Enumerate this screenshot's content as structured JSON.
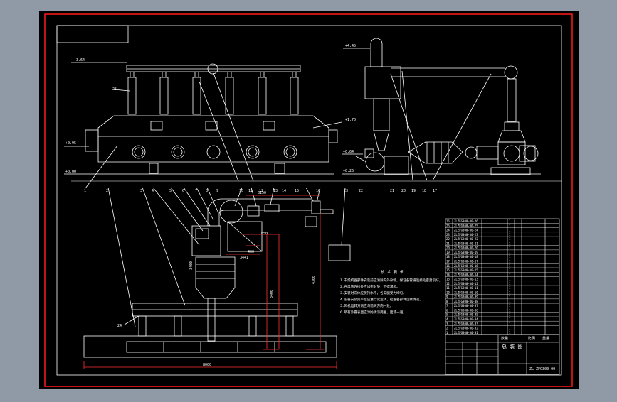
{
  "colors": {
    "background_frame": "#8f9aa6",
    "sheet": "#000000",
    "outer_border": "#ff1a1a",
    "line": "#ffffff",
    "dimension": "#ff3030"
  },
  "elevations": {
    "top_left": "+3.64",
    "left_mid": "+0.95",
    "left_ground": "+0.00",
    "right_top": "+4.45",
    "center_right": "+1.70",
    "right_mid": "+0.64",
    "right_ground": "+0.26"
  },
  "callouts_top": [
    "1",
    "2",
    "3",
    "4",
    "5",
    "6",
    "7",
    "8",
    "9",
    "10",
    "11",
    "12",
    "13",
    "14",
    "15",
    "16",
    "17",
    "18",
    "19",
    "20",
    "21",
    "22",
    "23",
    "24",
    "25",
    "26"
  ],
  "plan_callouts": [
    "1",
    "2",
    "3",
    "4",
    "5",
    "6",
    "7",
    "8",
    "9",
    "12",
    "13",
    "14",
    "15",
    "16",
    "20",
    "24"
  ],
  "elevation_callouts": {
    "left_structure": "25",
    "base_frame": "24",
    "right_series": [
      "22",
      "21",
      "20",
      "19",
      "18",
      "17"
    ],
    "bottom_labels": [
      "1",
      "2",
      "3",
      "4",
      "5",
      "6",
      "7",
      "8",
      "9",
      "10",
      "11",
      "12",
      "13",
      "14",
      "15",
      "16",
      "23"
    ]
  },
  "dimensions": {
    "overall_length": "8000",
    "pipe_span": "3150",
    "offset_a": "3441",
    "offset_b": "3400",
    "height_a": "3400",
    "height_b": "4300",
    "small_a": "400",
    "small_b": "650"
  },
  "notes": {
    "title": "技 术 要 求",
    "lines": [
      "1.干燥机各部件安装前应清除内外杂物，保证各管道连接处密封良好。",
      "2.各风管连接处应加密封垫，不得漏风。",
      "3.安装时床体应保持水平，各支腿受力均匀。",
      "4.设备安装完毕后应进行试运转，检查各部件运转情况。",
      "5.风机运转方向应与箭头方向一致。",
      "6.所有外露表面应涂防锈漆两遍，面漆一遍。"
    ]
  },
  "title_block": {
    "drawing_title": "总 装 图",
    "drawing_number": "ZL-ZFG300-00",
    "scale_label": "比例",
    "weight_label": "重量",
    "qty_label": "数量"
  },
  "parts_table": {
    "rows": [
      [
        "26",
        "ZLZFG300-00-26",
        "",
        "1",
        ""
      ],
      [
        "25",
        "ZLZFG300-00-25",
        "",
        "1",
        ""
      ],
      [
        "24",
        "ZLZFG300-00-24",
        "",
        "1",
        ""
      ],
      [
        "23",
        "ZLZFG300-00-23",
        "",
        "1",
        ""
      ],
      [
        "22",
        "ZLZFG300-00-22",
        "",
        "1",
        ""
      ],
      [
        "21",
        "ZLZFG300-00-21",
        "",
        "1",
        ""
      ],
      [
        "20",
        "ZLZFG300-00-20",
        "",
        "1",
        ""
      ],
      [
        "19",
        "ZLZFG300-00-19",
        "",
        "1",
        ""
      ],
      [
        "18",
        "ZLZFG300-00-18",
        "",
        "1",
        ""
      ],
      [
        "17",
        "ZLZFG300-00-17",
        "",
        "1",
        ""
      ],
      [
        "16",
        "ZLZFG300-00-16",
        "",
        "1",
        ""
      ],
      [
        "15",
        "ZLZFG300-00-15",
        "",
        "1",
        ""
      ],
      [
        "14",
        "ZLZFG300-00-14",
        "",
        "1",
        ""
      ],
      [
        "13",
        "ZLZFG300-00-13",
        "",
        "1",
        ""
      ],
      [
        "12",
        "ZLZFG300-00-12",
        "",
        "1",
        ""
      ],
      [
        "11",
        "ZLZFG300-00-11",
        "",
        "1",
        ""
      ],
      [
        "10",
        "ZLZFG300-00-10",
        "",
        "1",
        ""
      ],
      [
        "9",
        "ZLZFG300-00-09",
        "",
        "1",
        ""
      ],
      [
        "8",
        "ZLZFG300-00-08",
        "",
        "1",
        ""
      ],
      [
        "7",
        "ZLZFG300-00-07",
        "",
        "1",
        ""
      ],
      [
        "6",
        "ZLZFG300-00-06",
        "",
        "1",
        ""
      ],
      [
        "5",
        "ZLZFG300-00-05",
        "",
        "1",
        ""
      ],
      [
        "4",
        "ZLZFG300-00-04",
        "",
        "1",
        ""
      ],
      [
        "3",
        "ZLZFG300-00-03",
        "",
        "1",
        ""
      ],
      [
        "2",
        "ZLZFG300-00-02",
        "",
        "1",
        ""
      ],
      [
        "1",
        "ZLZFG300-00-01",
        "",
        "1",
        ""
      ]
    ]
  }
}
